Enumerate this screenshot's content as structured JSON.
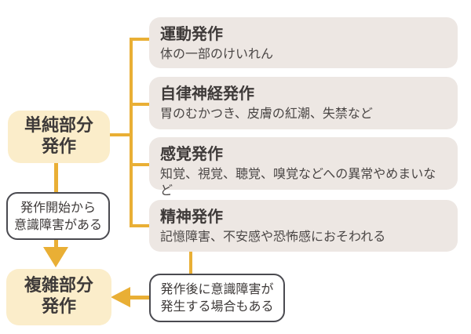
{
  "nodes": {
    "simple_partial": {
      "line1": "単純部分",
      "line2": "発作"
    },
    "complex_partial": {
      "line1": "複雑部分",
      "line2": "発作"
    }
  },
  "categories": [
    {
      "title": "運動発作",
      "description": "体の一部のけいれん"
    },
    {
      "title": "自律神経発作",
      "description": "胃のむかつき、皮膚の紅潮、失禁など"
    },
    {
      "title": "感覚発作",
      "description": "知覚、視覚、聴覚、嗅覚などへの異常やめまいなど"
    },
    {
      "title": "精神発作",
      "description": "記憶障害、不安感や恐怖感におそわれる"
    }
  ],
  "notes": {
    "onset": {
      "line1": "発作開始から",
      "line2": "意識障害がある"
    },
    "after": {
      "line1": "発作後に意識障害が",
      "line2": "発生する場合もある"
    }
  },
  "colors": {
    "connector": "#E9AF35",
    "highlight_box_bg": "#FBEDCA",
    "category_box_bg": "#EDE7E3",
    "note_border": "#4A4A50",
    "text": "#3E3A39"
  }
}
